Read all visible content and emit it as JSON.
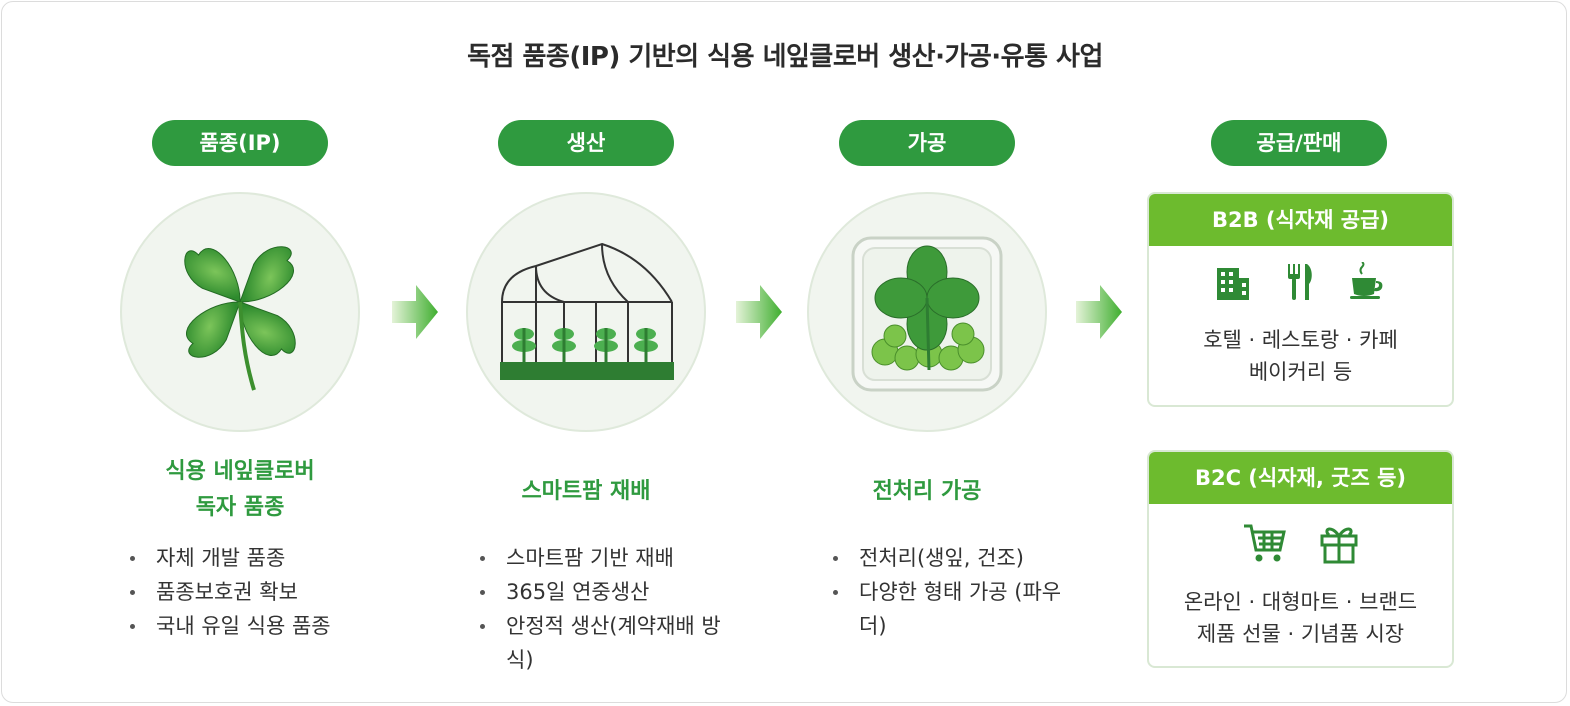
{
  "title": "독점 품종(IP) 기반의 식용 네잎클로버 생산·가공·유통 사업",
  "colors": {
    "pill": "#2f9a3f",
    "card_header": "#6dbb2e",
    "heading": "#2f9a3f",
    "circle_bg": "#f1f5ef"
  },
  "steps": [
    {
      "label": "품종(IP)",
      "icon": "four-leaf-clover-icon",
      "heading": [
        "식용 네잎클로버",
        "독자 품종"
      ],
      "bullets": [
        "자체 개발 품종",
        "품종보호권 확보",
        "국내 유일 식용 품종"
      ]
    },
    {
      "label": "생산",
      "icon": "greenhouse-icon",
      "heading": [
        "스마트팜 재배"
      ],
      "bullets": [
        "스마트팜 기반 재배",
        "365일 연중생산",
        "안정적 생산(계약재배 방식)"
      ]
    },
    {
      "label": "가공",
      "icon": "packaged-clover-icon",
      "heading": [
        "전처리 가공"
      ],
      "bullets": [
        "전처리(생잎, 건조)",
        "다양한 형태 가공 (파우더)"
      ]
    },
    {
      "label": "공급/판매",
      "cards": [
        {
          "title": "B2B (식자재 공급)",
          "icons": [
            "building-icon",
            "utensils-icon",
            "coffee-cup-icon"
          ],
          "lines": [
            "호텔 · 레스토랑 · 카페",
            "베이커리 등"
          ]
        },
        {
          "title": "B2C (식자재, 굿즈 등)",
          "icons": [
            "shopping-cart-icon",
            "gift-icon"
          ],
          "lines": [
            "온라인 · 대형마트 · 브랜드",
            "제품 선물 · 기념품 시장"
          ]
        }
      ]
    }
  ]
}
